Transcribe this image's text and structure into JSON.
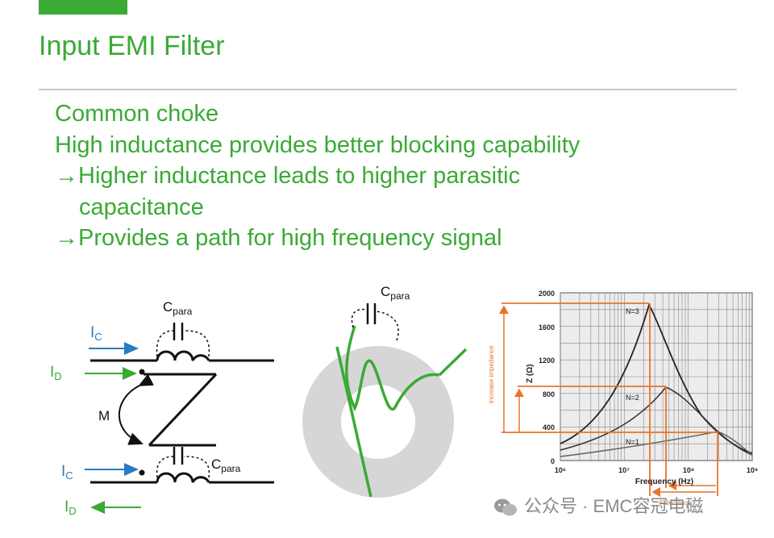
{
  "slide": {
    "title": "Input EMI Filter",
    "bullets": [
      "Common choke",
      "High inductance provides better blocking capability",
      "→Higher inductance leads to higher parasitic",
      "capacitance",
      "→Provides a path for high frequency signal"
    ]
  },
  "choke_diagram": {
    "ic_top": "I",
    "ic_top_sub": "C",
    "id_top": "I",
    "id_top_sub": "D",
    "m_label": "M",
    "ic_bottom": "I",
    "ic_bottom_sub": "C",
    "id_bottom": "I",
    "id_bottom_sub": "D",
    "cpara_top": "C",
    "cpara_top_sub": "para",
    "cpara_bottom": "C",
    "cpara_bottom_sub": "para"
  },
  "toroid_diagram": {
    "cpara": "C",
    "cpara_sub": "para"
  },
  "impedance_chart": {
    "xlabel": "Frequency (Hz)",
    "ylabel": "Z (Ω)",
    "annotation_left": "increase impedance",
    "annotation_bottom": "F decrease",
    "x_ticks": [
      "10⁶",
      "10⁷",
      "10⁸",
      "10⁹"
    ],
    "y_ticks": [
      "2000",
      "1600",
      "1200",
      "800",
      "400",
      "0"
    ],
    "curve_labels": [
      "N=3",
      "N=2",
      "N=1"
    ],
    "colors": {
      "orange": "#e8742a",
      "grid": "#999999",
      "plot_bg": "#e8e8e8"
    }
  },
  "watermark": {
    "text": "公众号 · EMC容冠电磁"
  }
}
